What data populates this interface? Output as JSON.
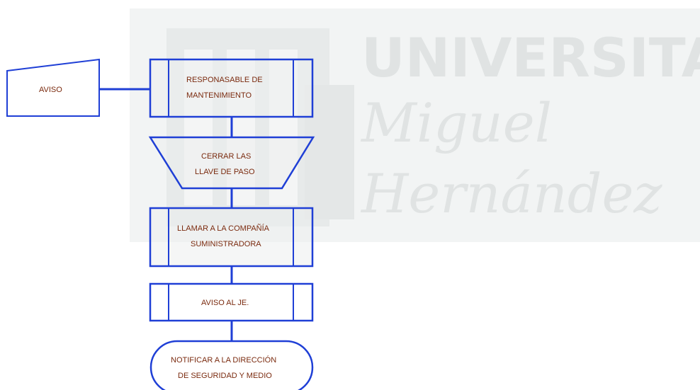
{
  "colors": {
    "stroke": "#1f3fd6",
    "fill": "#eef0f0",
    "fill_white": "#ffffff",
    "label": "#7a2a0e",
    "watermark": "#eceeee",
    "watermark_text": "#dfe2e2"
  },
  "watermark": {
    "line1": "UNIVERSITAS",
    "line2": "Miguel",
    "line3": "Hernández",
    "logo_icon": "umh-logo-icon"
  },
  "nodes": {
    "aviso": {
      "shape": "manual-input",
      "lines": [
        "AVISO"
      ]
    },
    "responsable": {
      "shape": "predefined-process",
      "lines": [
        "RESPONASABLE DE",
        "MANTENIMIENTO"
      ]
    },
    "cerrar": {
      "shape": "manual-operation",
      "lines": [
        "CERRAR LAS",
        "LLAVE DE PASO"
      ]
    },
    "llamar": {
      "shape": "predefined-process",
      "lines": [
        "LLAMAR A LA COMPAÑÍA",
        "SUMINISTRADORA"
      ]
    },
    "aviso_je": {
      "shape": "predefined-process",
      "lines": [
        "AVISO AL JE."
      ]
    },
    "notificar": {
      "shape": "terminator",
      "lines": [
        "NOTIFICAR A LA DIRECCIÓN",
        "DE SEGURIDAD Y MEDIO"
      ]
    }
  }
}
